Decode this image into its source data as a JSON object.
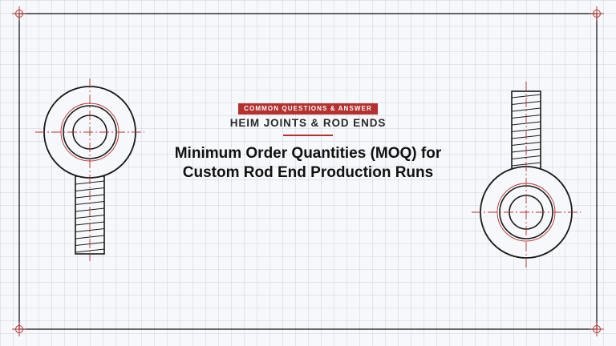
{
  "badge": {
    "label": "COMMON QUESTIONS & ANSWER"
  },
  "category": "HEIM JOINTS & ROD ENDS",
  "title": {
    "line1": "Minimum Order Quantities (MOQ) for",
    "line2": "Custom Rod End Production Runs"
  },
  "colors": {
    "accent": "#b3322f",
    "ink": "#1a1a1a",
    "grid": "#aab4c8",
    "background": "#f7f8fb"
  },
  "illustrations": [
    "rod-end-drawing-left",
    "rod-end-drawing-right",
    "registration-mark-icon"
  ]
}
